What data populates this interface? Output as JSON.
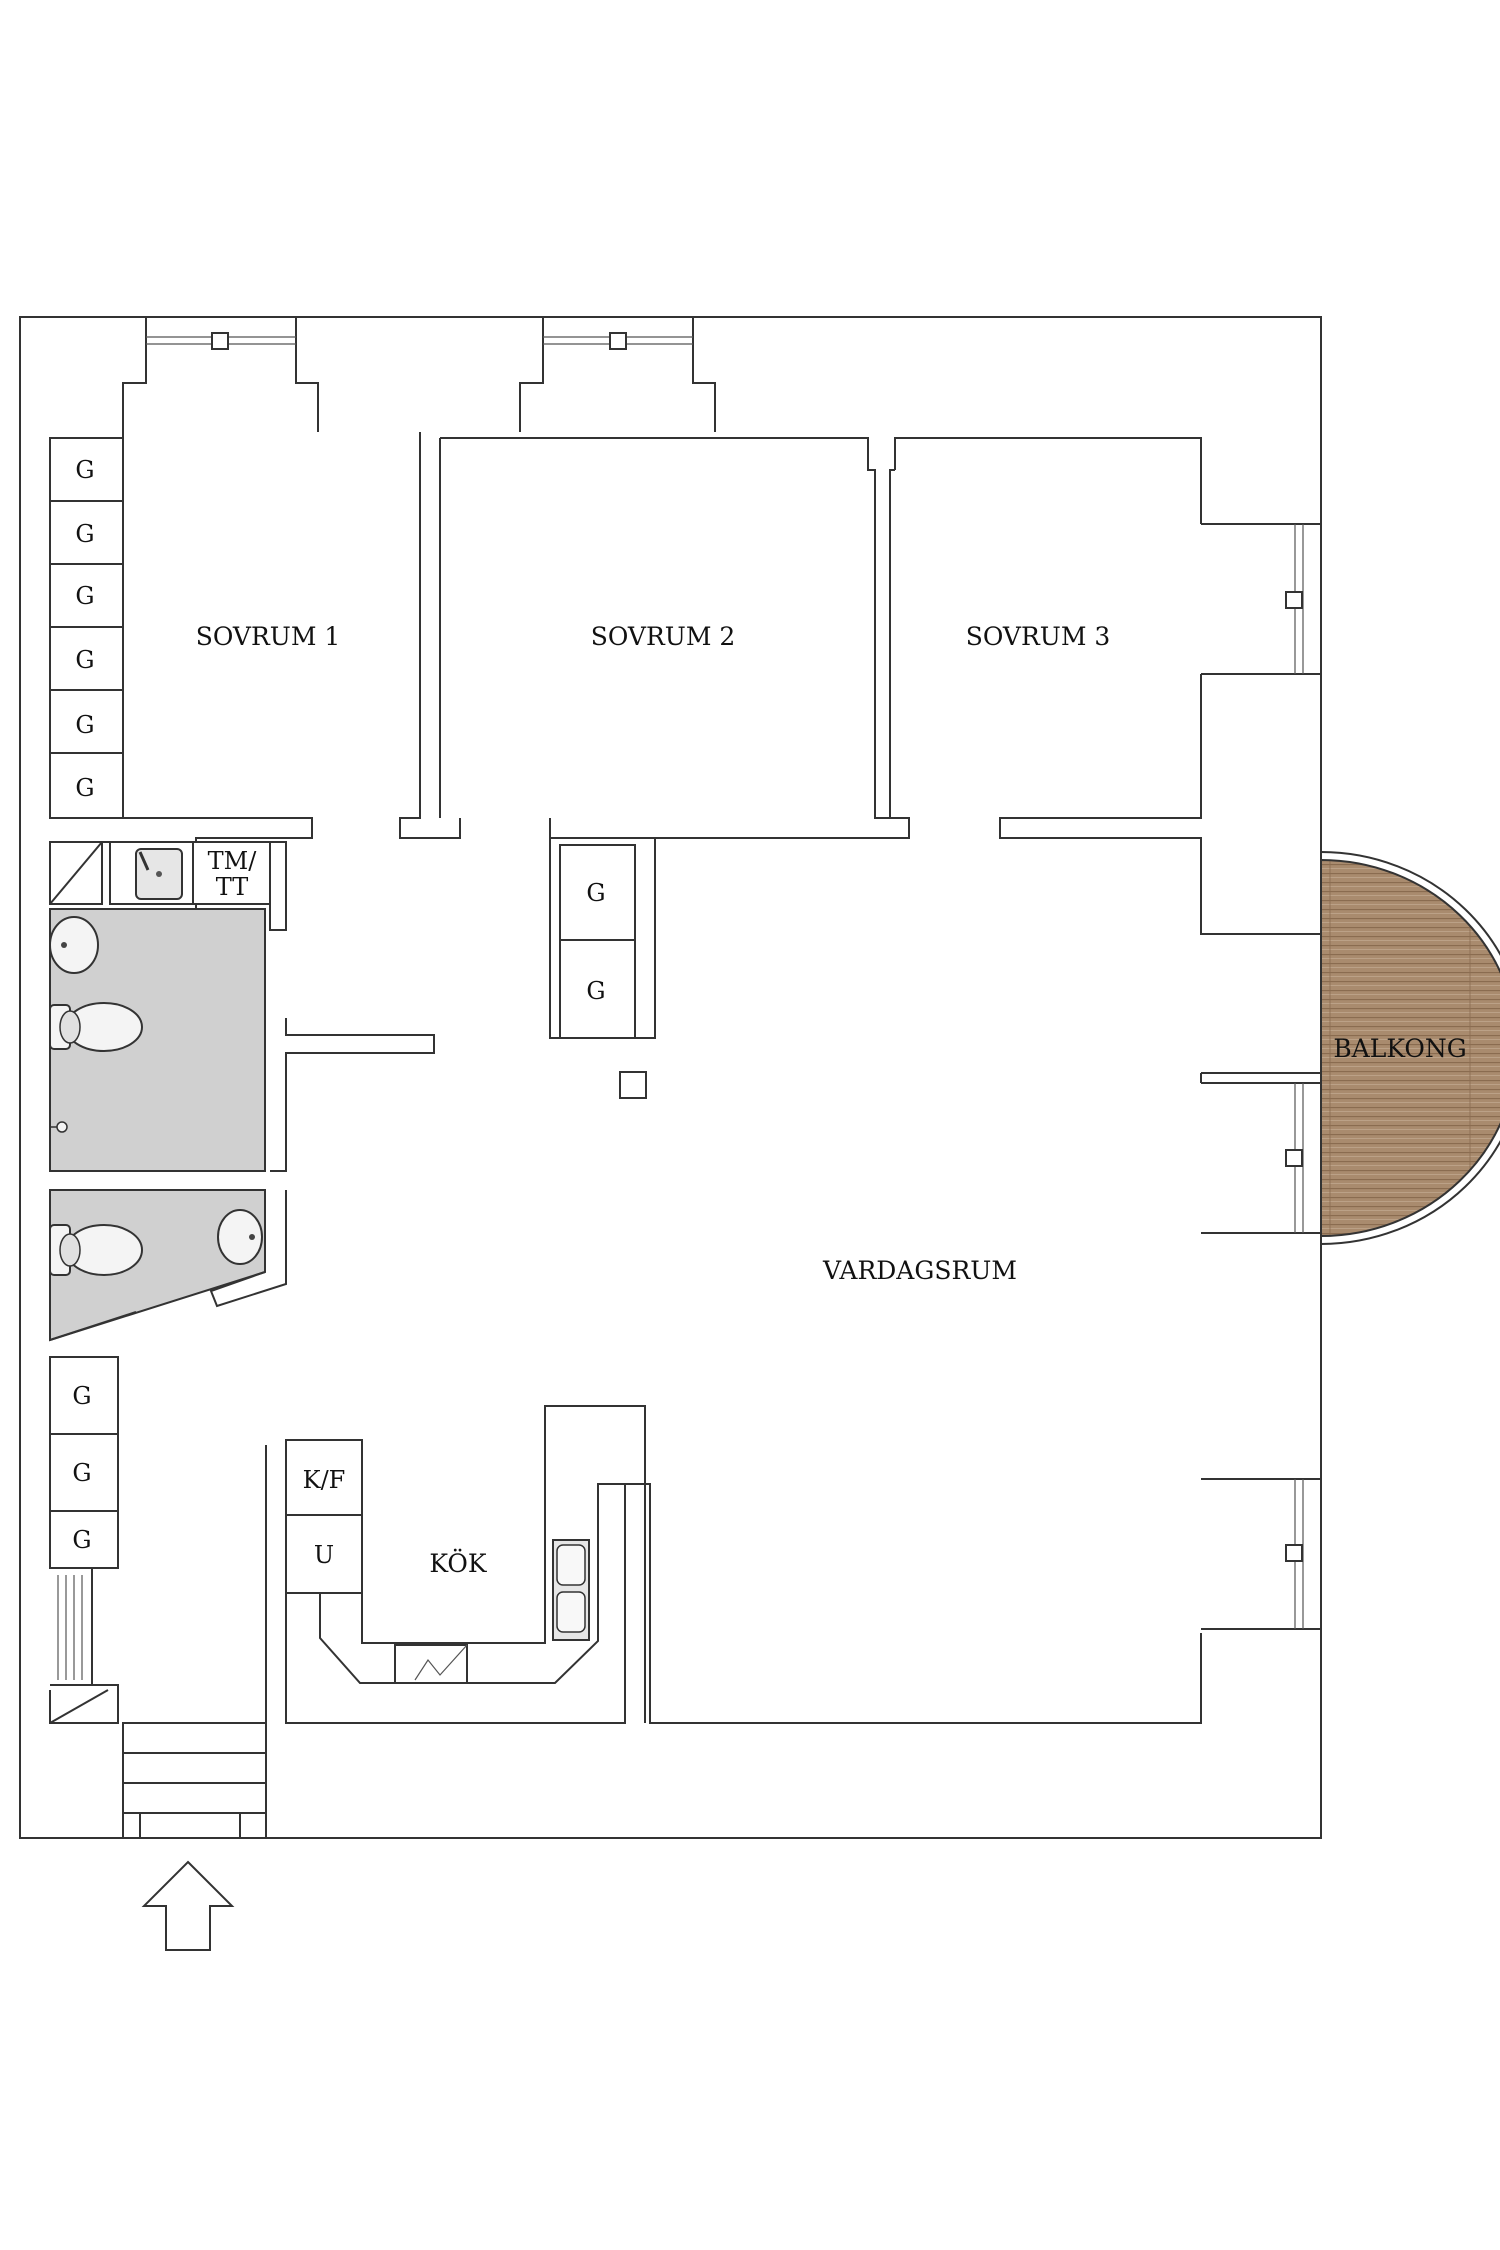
{
  "rooms": {
    "sovrum1": "SOVRUM 1",
    "sovrum2": "SOVRUM 2",
    "sovrum3": "SOVRUM 3",
    "vardagsrum": "VARDAGSRUM",
    "kok": "KÖK",
    "balkong": "BALKONG"
  },
  "fixtures": {
    "wardrobe": "G",
    "laundry_line1": "TM/",
    "laundry_line2": "TT",
    "fridge_freezer": "K/F",
    "oven": "U"
  },
  "colors": {
    "wall": "#333333",
    "wet_room": "#d0d0d0",
    "balcony_wood": "#a98b6e"
  },
  "icons": {
    "entrance": "entrance-arrow-icon"
  }
}
